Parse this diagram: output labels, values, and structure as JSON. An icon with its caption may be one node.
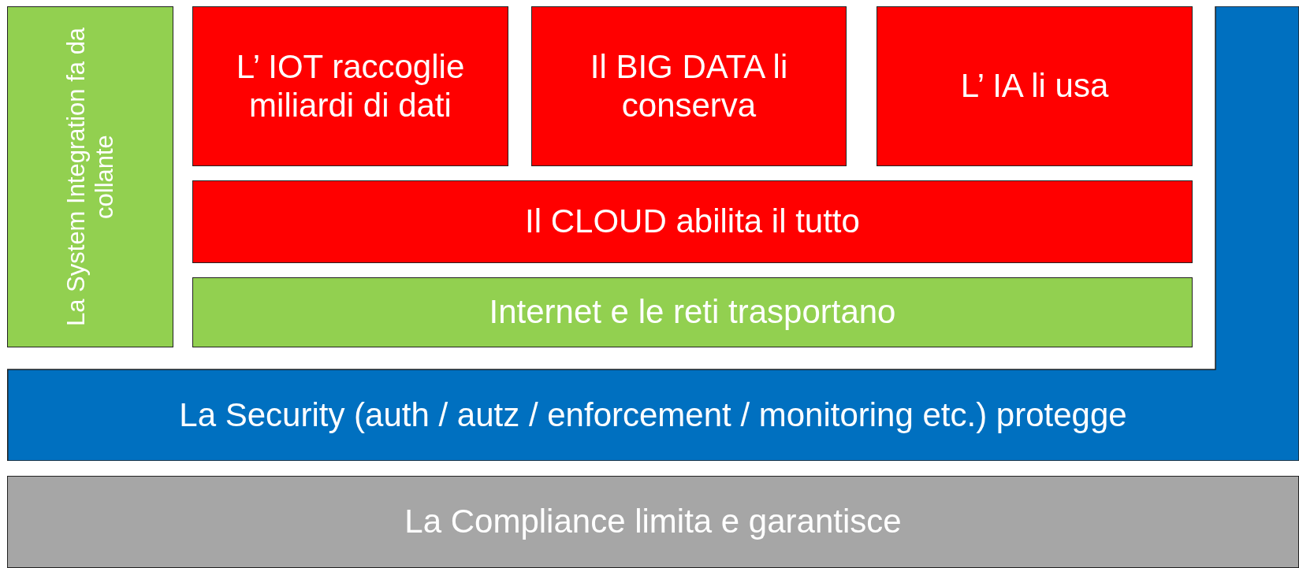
{
  "diagram": {
    "nodes": [
      {
        "text": [
          "La System Integration fa da collante"
        ]
      },
      {
        "text": [
          "L’ IOT raccoglie miliardi di dati"
        ]
      },
      {
        "text": [
          "Il BIG DATA li conserva"
        ]
      },
      {
        "text": [
          "L’ IA li usa"
        ]
      },
      {
        "text": [
          "Il CLOUD abilita il tutto"
        ]
      },
      {
        "text": [
          "Internet e le reti trasportano"
        ]
      },
      {
        "text": [
          "La Security (auth / autz / enforcement / monitoring etc.) protegge"
        ]
      },
      {
        "text": [
          "La Compliance limita e garantisce"
        ]
      }
    ]
  }
}
